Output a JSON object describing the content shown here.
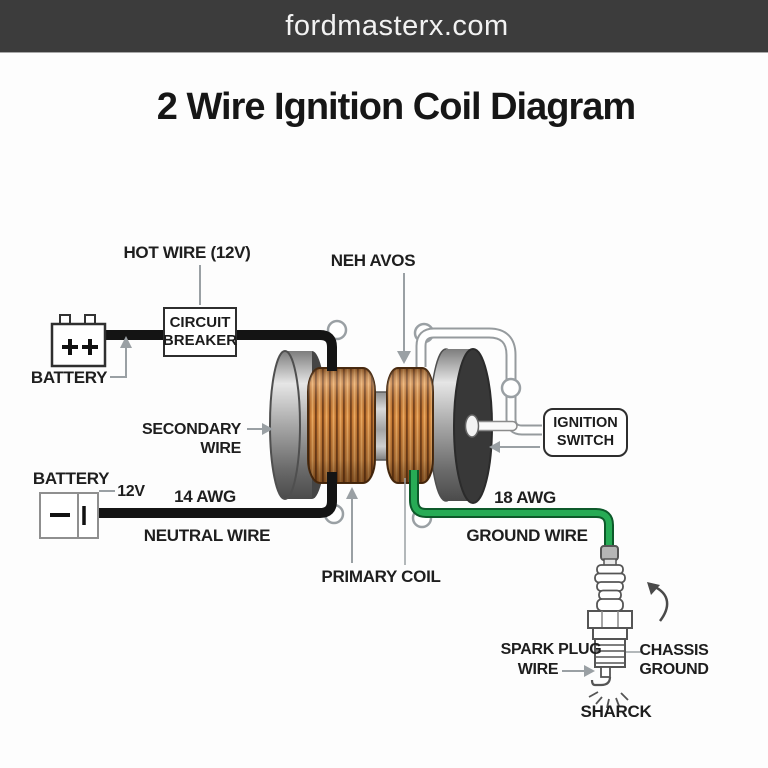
{
  "header": {
    "site": "fordmasterx.com"
  },
  "title": "2 Wire Ignition Coil Diagram",
  "boxes": {
    "circuit_breaker": [
      "CIRCUIT",
      "BREAKER"
    ],
    "ignition_switch": [
      "IGNITION",
      "SWITCH"
    ]
  },
  "labels": {
    "hot_wire": "HOT WIRE (12V)",
    "coil_top": "NEH AVOS",
    "battery_top": "BATTERY",
    "secondary_wire": [
      "SECONDARY",
      "WIRE"
    ],
    "battery_bottom": "BATTERY",
    "voltage": "12V",
    "awg_14": "14 AWG",
    "neutral_wire": "NEUTRAL WIRE",
    "primary_coil": "PRIMARY COIL",
    "awg_18": "18 AWG",
    "ground_wire": "GROUND WIRE",
    "spark_plug_wire": [
      "SPARK PLUG",
      "WIRE"
    ],
    "chassis_ground": [
      "CHASSIS",
      "GROUND"
    ],
    "spark": "SHARCK"
  },
  "colors": {
    "header_bg": "#3c3c3c",
    "wire_black": "#141414",
    "wire_green": "#27ab55",
    "wire_green_outline": "#0d5a2a",
    "copper": "#c87c36",
    "annotation_gray": "#9aa0a4",
    "cap_dark": "#383838"
  }
}
